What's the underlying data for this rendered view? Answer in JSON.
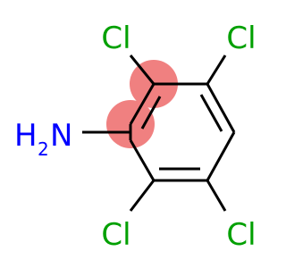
{
  "molecule": {
    "atoms": [
      {
        "id": "cl-top-left",
        "symbol": "Cl",
        "color": "#00a000"
      },
      {
        "id": "cl-top-right",
        "symbol": "Cl",
        "color": "#00a000"
      },
      {
        "id": "cl-bottom-left",
        "symbol": "Cl",
        "color": "#00a000"
      },
      {
        "id": "cl-bottom-right",
        "symbol": "Cl",
        "color": "#00a000"
      },
      {
        "id": "amine",
        "symbol": "H",
        "subscript": "2",
        "element": "N",
        "colors": {
          "H": "#000000",
          "N": "#0000ff"
        }
      }
    ],
    "bond_color": "#000000",
    "highlight_color": "#f08080"
  }
}
